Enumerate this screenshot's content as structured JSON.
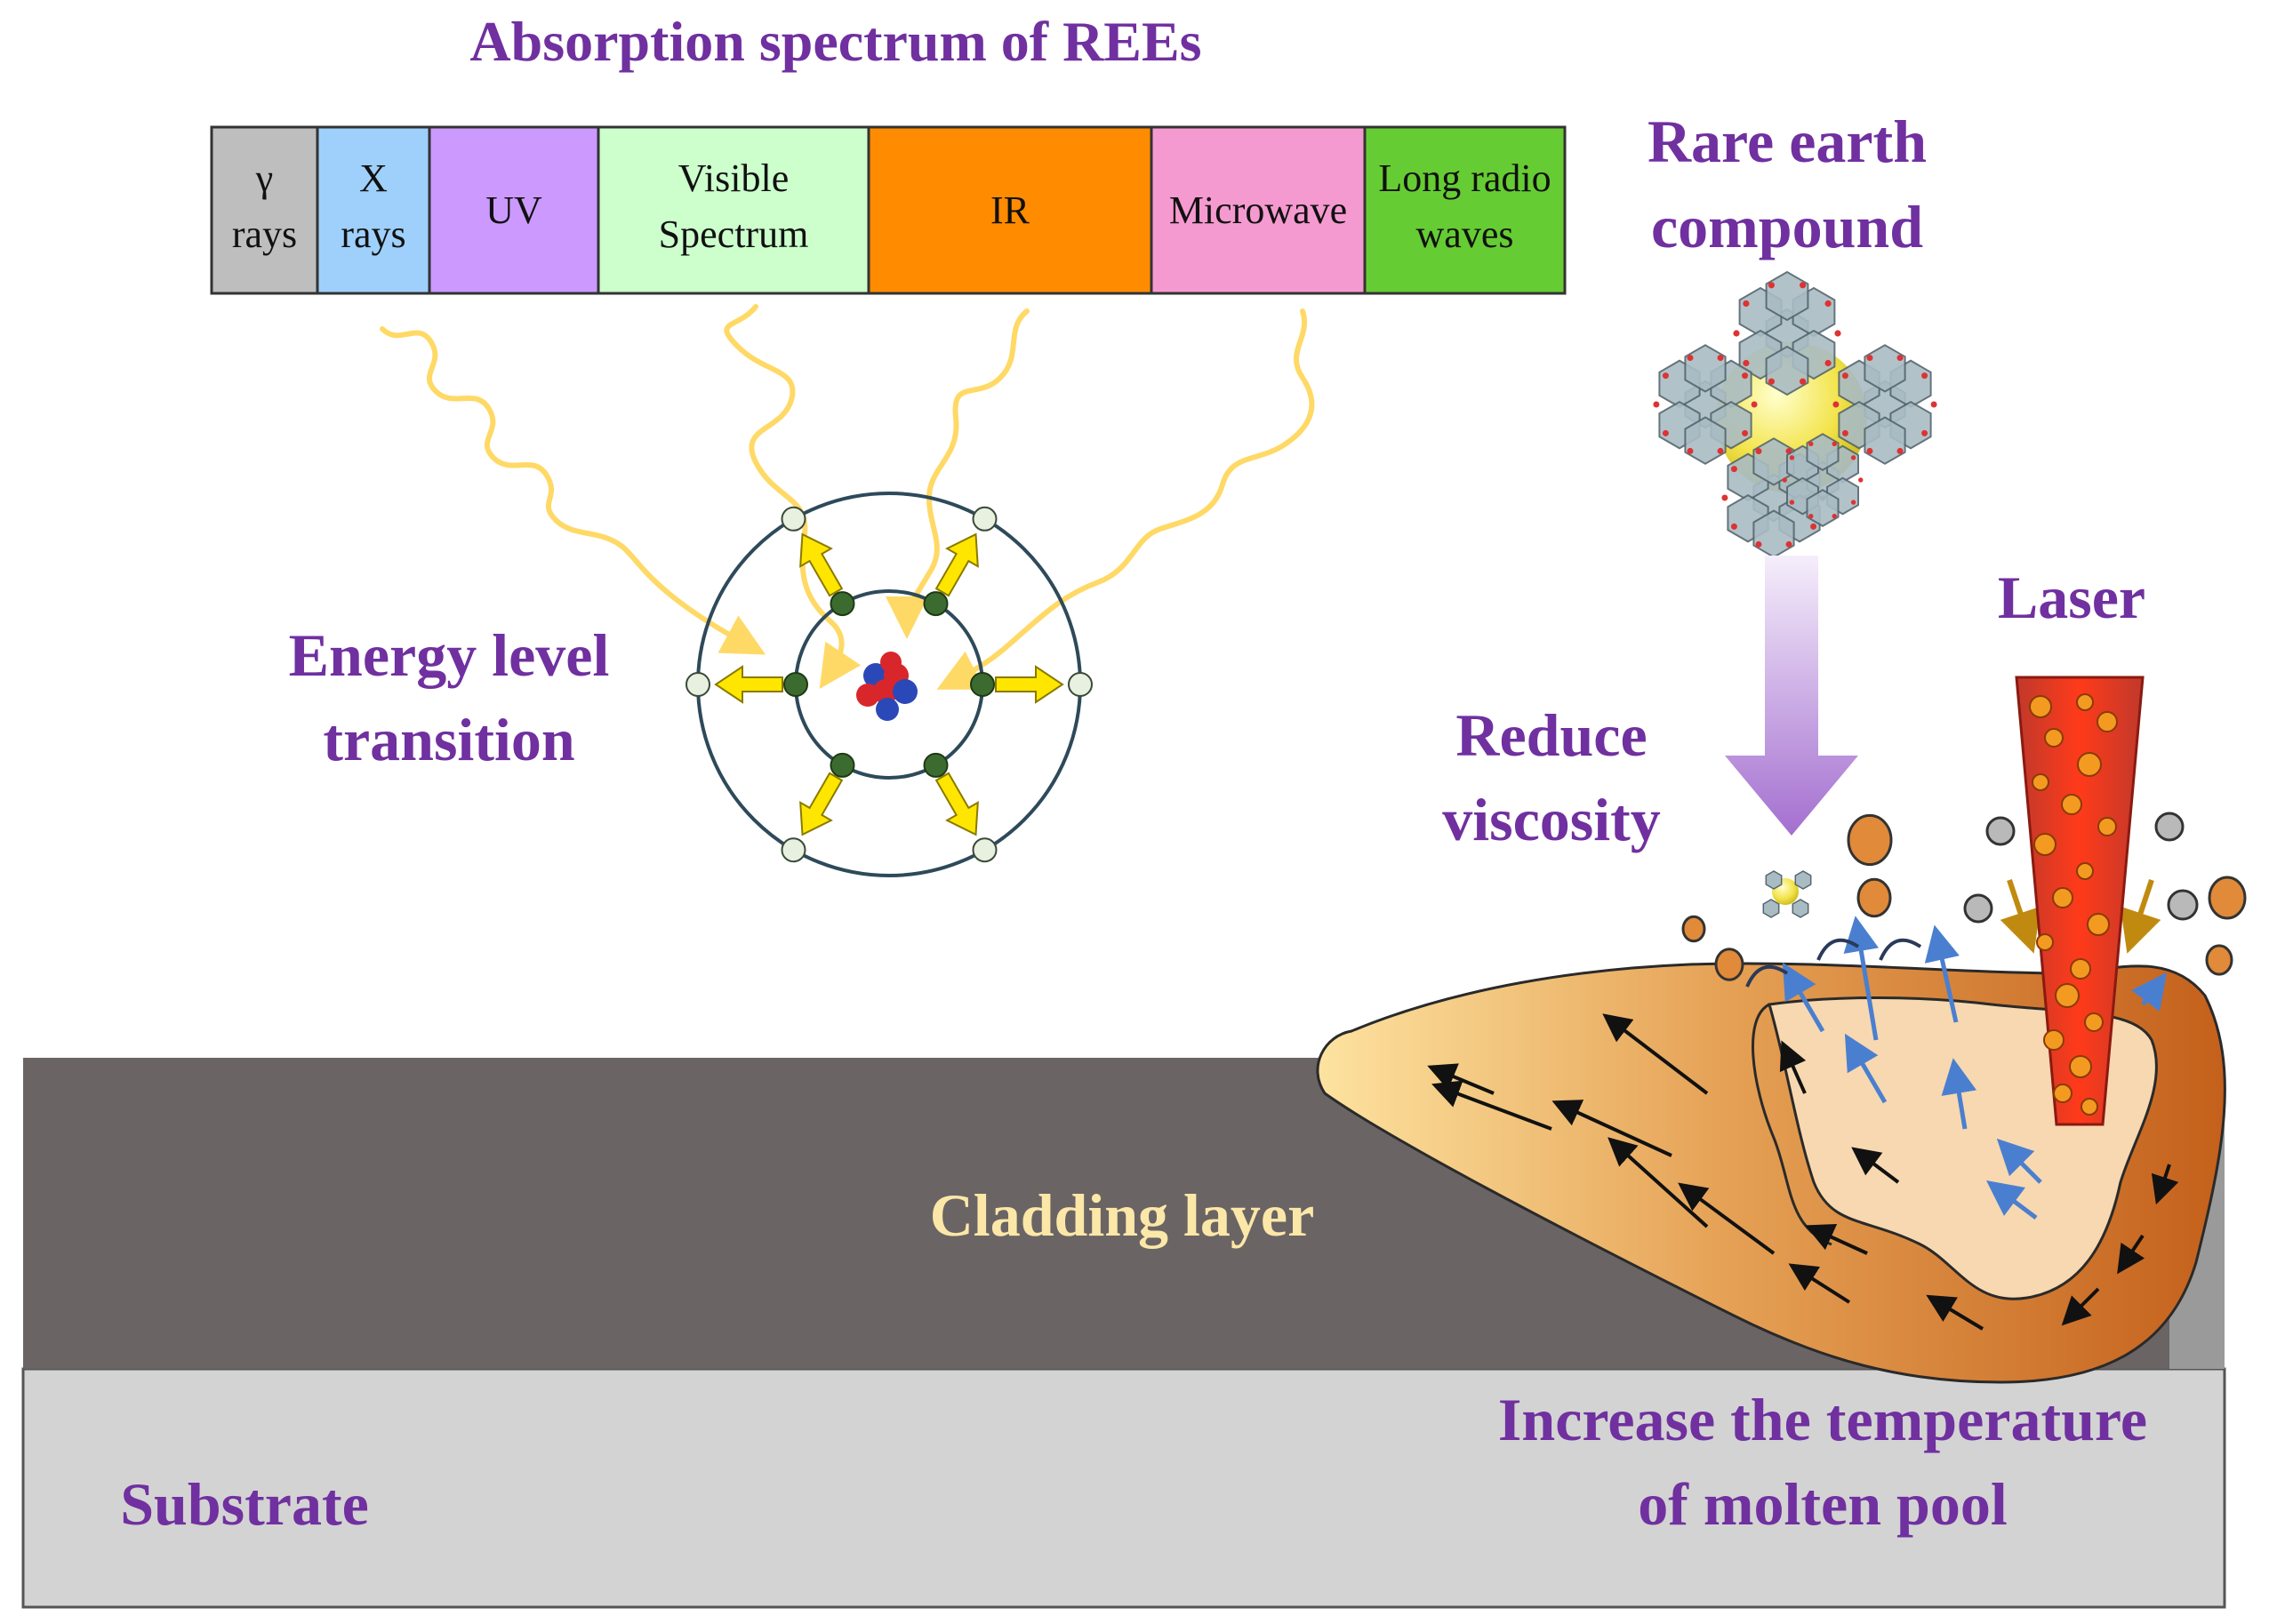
{
  "title": "Absorption spectrum of REEs",
  "spectrum": [
    {
      "line1": "γ",
      "line2": "rays",
      "color": "#bebebe"
    },
    {
      "line1": "X",
      "line2": "rays",
      "color": "#9ed0fb"
    },
    {
      "line1": "UV",
      "line2": "",
      "color": "#cc99ff"
    },
    {
      "line1": "Visible",
      "line2": "Spectrum",
      "color": "#ccffcc"
    },
    {
      "line1": "IR",
      "line2": "",
      "color": "#ff8c00"
    },
    {
      "line1": "Microwave",
      "line2": "",
      "color": "#f59ad0"
    },
    {
      "line1": "Long radio",
      "line2": "waves",
      "color": "#66cc33"
    }
  ],
  "labels": {
    "energy_line1": "Energy level",
    "energy_line2": "transition",
    "rare_line1": "Rare earth",
    "rare_line2": "compound",
    "laser": "Laser",
    "reduce_line1": "Reduce",
    "reduce_line2": "viscosity",
    "cladding": "Cladding layer",
    "increase_line1": "Increase the temperature",
    "increase_line2": "of molten pool",
    "substrate": "Substrate"
  },
  "colors": {
    "text_purple": "#7030a0",
    "cladding_gray": "#6b6464",
    "substrate_gray": "#d3d3d3",
    "pool_light": "#fde3a0",
    "pool_dark": "#c8621a",
    "laser_red": "#e8281e",
    "wave_yellow": "#ffd966",
    "arrow_yellow": "#ffe600"
  }
}
